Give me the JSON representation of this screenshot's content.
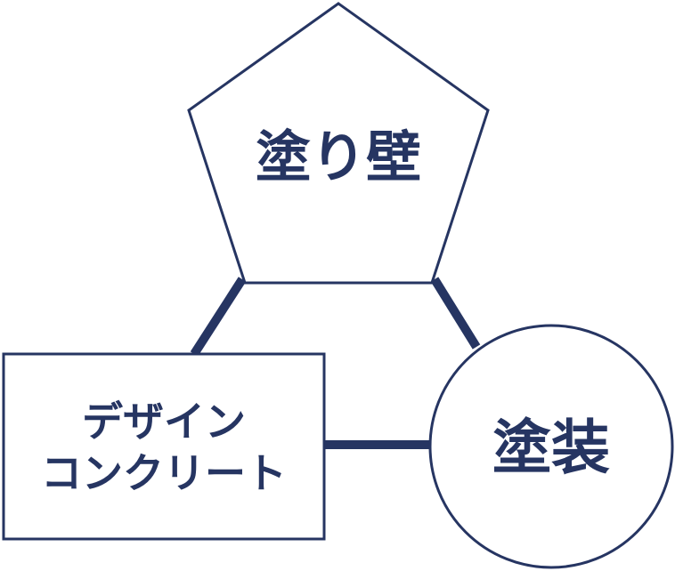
{
  "diagram": {
    "colors": {
      "stroke": "#263562",
      "text": "#263562",
      "background": "#ffffff"
    },
    "nodes": {
      "pentagon": {
        "shape": "pentagon",
        "label": "塗り壁"
      },
      "rectangle": {
        "shape": "rectangle",
        "line1": "デザイン",
        "line2": "コンクリート"
      },
      "circle": {
        "shape": "circle",
        "label": "塗装"
      }
    },
    "connectors": [
      {
        "from": "pentagon",
        "to": "rectangle"
      },
      {
        "from": "pentagon",
        "to": "circle"
      },
      {
        "from": "rectangle",
        "to": "circle"
      }
    ]
  }
}
